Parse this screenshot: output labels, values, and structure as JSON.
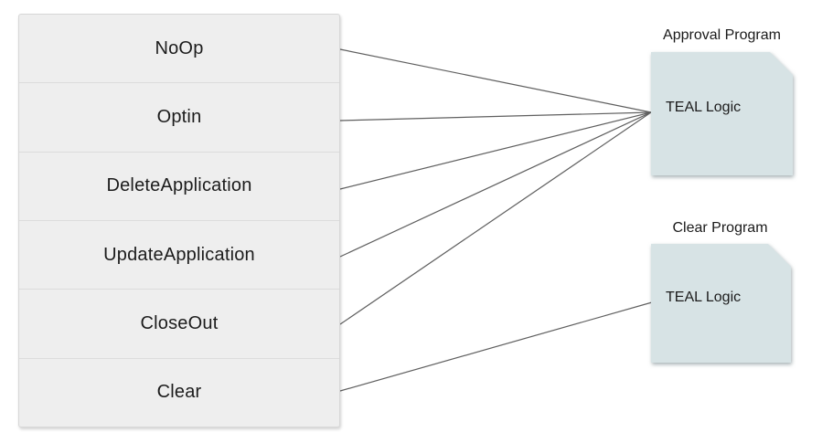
{
  "diagram": {
    "operations": [
      {
        "label": "NoOp"
      },
      {
        "label": "Optin"
      },
      {
        "label": "DeleteApplication"
      },
      {
        "label": "UpdateApplication"
      },
      {
        "label": "CloseOut"
      },
      {
        "label": "Clear"
      }
    ],
    "programs": {
      "approval": {
        "title": "Approval Program",
        "body": "TEAL Logic"
      },
      "clear": {
        "title": "Clear Program",
        "body": "TEAL Logic"
      }
    },
    "connections": [
      {
        "from": "NoOp",
        "to": "Approval Program"
      },
      {
        "from": "Optin",
        "to": "Approval Program"
      },
      {
        "from": "DeleteApplication",
        "to": "Approval Program"
      },
      {
        "from": "UpdateApplication",
        "to": "Approval Program"
      },
      {
        "from": "CloseOut",
        "to": "Approval Program"
      },
      {
        "from": "Clear",
        "to": "Clear Program"
      }
    ],
    "colors": {
      "row_fill": "#eeeeee",
      "row_divider": "#dcdcdc",
      "program_fill": "#d7e3e5",
      "connector": "#5f5f5f",
      "text": "#1c1c1c"
    }
  }
}
